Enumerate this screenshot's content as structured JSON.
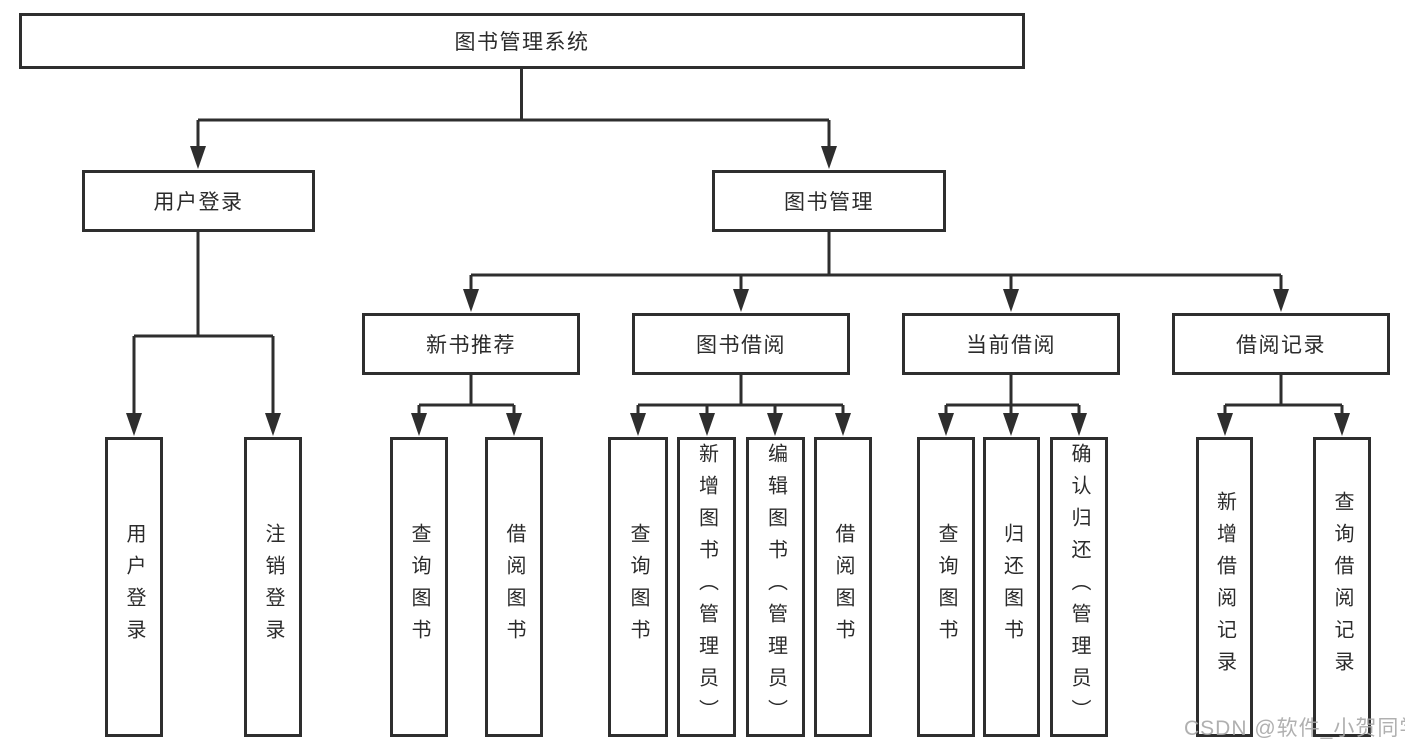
{
  "diagram": {
    "title": "图书管理系统",
    "level2": [
      "用户登录",
      "图书管理"
    ],
    "level3": [
      "新书推荐",
      "图书借阅",
      "当前借阅",
      "借阅记录"
    ],
    "leaves": {
      "login": [
        "用户登录",
        "注销登录"
      ],
      "recommend": [
        "查询图书",
        "借阅图书"
      ],
      "borrow": [
        "查询图书",
        "新增图书（管理员）",
        "编辑图书（管理员）",
        "借阅图书"
      ],
      "current": [
        "查询图书",
        "归还图书",
        "确认归还（管理员）"
      ],
      "records": [
        "新增借阅记录",
        "查询借阅记录"
      ]
    },
    "watermark": "CSDN @软件_小贺同学",
    "colors": {
      "line": "#2e2e2e",
      "box_border": "#2e2e2e",
      "box_fill": "#ffffff",
      "text": "#2b2b2b",
      "watermark": "#a8a8a8",
      "background": "#ffffff"
    }
  }
}
